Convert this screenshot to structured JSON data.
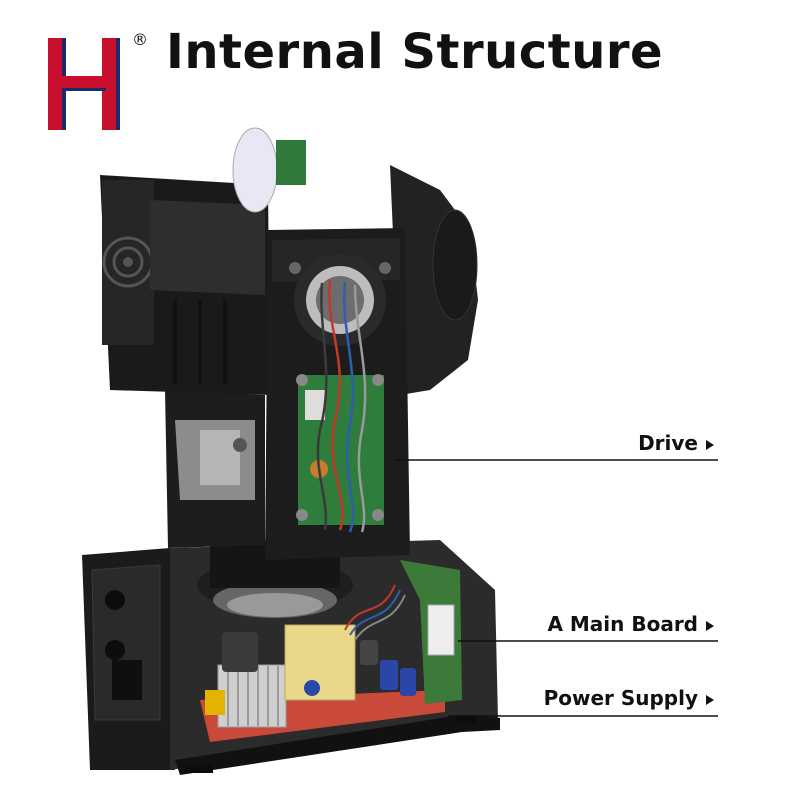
{
  "header": {
    "title": "Internal Structure",
    "registered_mark": "®",
    "logo_icon": "h-logo-icon",
    "logo_colors": [
      "#c8102e",
      "#1f2a6e"
    ]
  },
  "callouts": [
    {
      "label": "Drive"
    },
    {
      "label": "A Main Board"
    },
    {
      "label": "Power Supply"
    }
  ],
  "photo": {
    "subject_icon": "moving-head-light-internal-photo-icon"
  }
}
